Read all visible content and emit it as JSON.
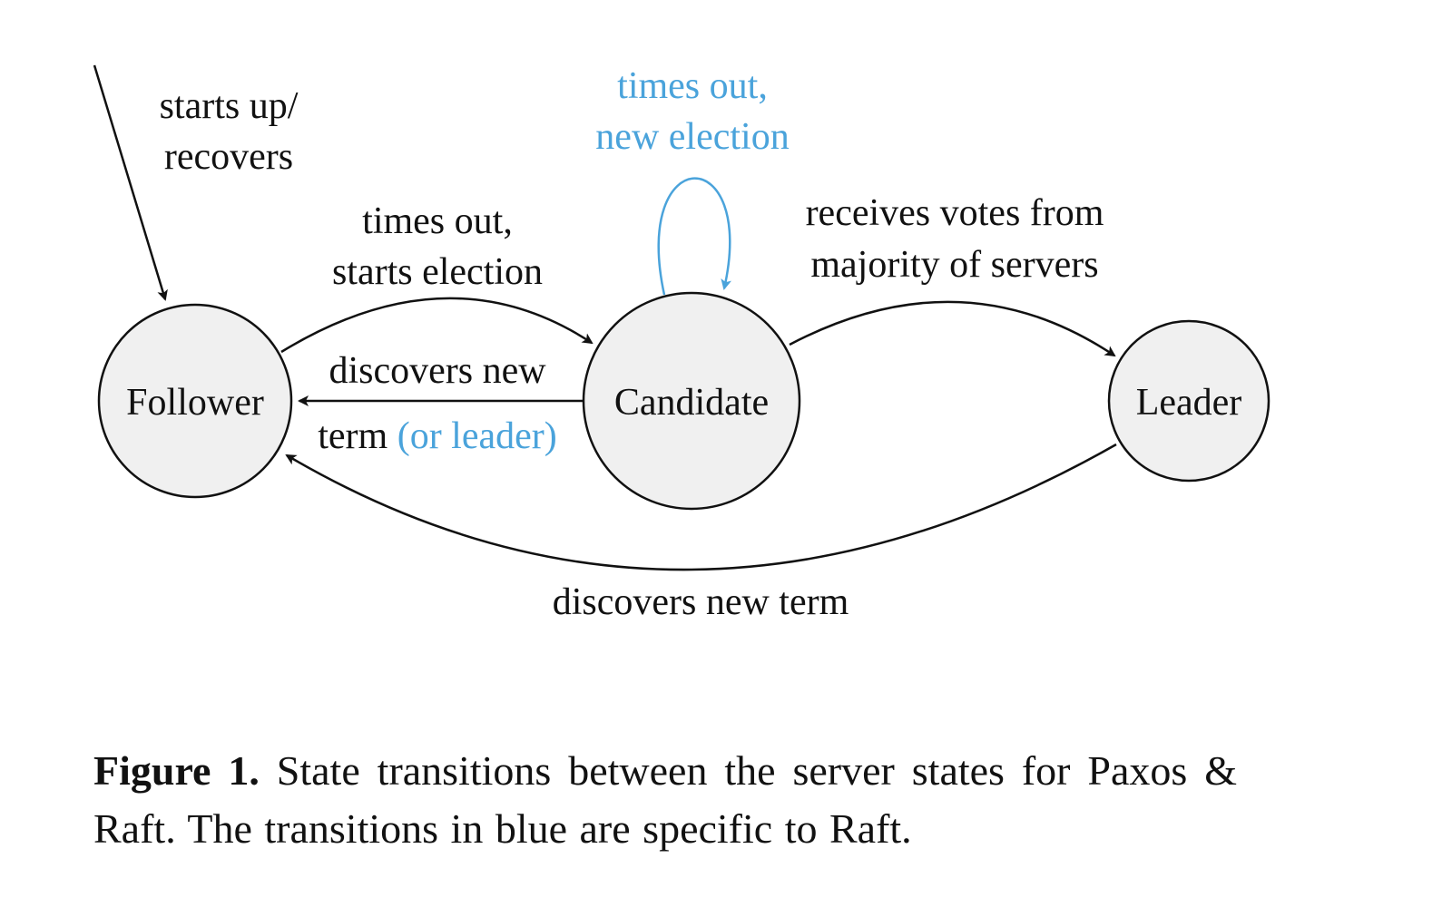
{
  "colors": {
    "ink": "#111111",
    "raft_blue": "#4aa3db",
    "node_fill": "#f0f0f0"
  },
  "nodes": {
    "follower": "Follower",
    "candidate": "Candidate",
    "leader": "Leader"
  },
  "transitions": {
    "start": [
      "starts up/",
      "recovers"
    ],
    "follower_to_candidate": [
      "times out,",
      "starts election"
    ],
    "candidate_self": [
      "times out,",
      "new election"
    ],
    "candidate_to_leader": [
      "receives votes from",
      "majority of servers"
    ],
    "candidate_to_follower": {
      "line1": "discovers new",
      "line2_black": "term ",
      "line2_blue": "(or leader)"
    },
    "leader_to_follower": "discovers new term"
  },
  "caption": {
    "label": "Figure 1.",
    "text": " State transitions between the server states for Paxos & Raft. The transitions in blue are specific to Raft."
  }
}
